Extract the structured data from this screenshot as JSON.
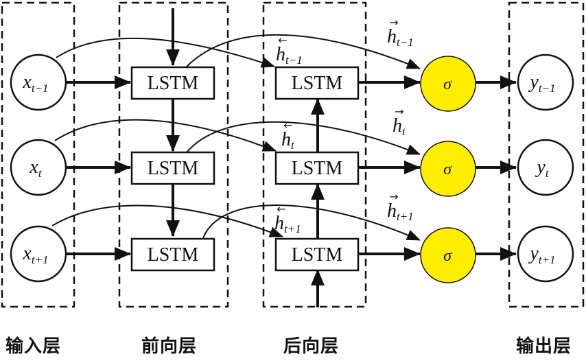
{
  "colors": {
    "stroke": "#111111",
    "sigma_fill": "#ffee00",
    "node_fill": "#ffffff"
  },
  "layers": [
    {
      "id": "input",
      "label": "输入层"
    },
    {
      "id": "forward",
      "label": "前向层"
    },
    {
      "id": "backward",
      "label": "后向层"
    },
    {
      "id": "output",
      "label": "输出层"
    }
  ],
  "inputs": [
    {
      "var": "x",
      "sub": "t−1"
    },
    {
      "var": "x",
      "sub": "t"
    },
    {
      "var": "x",
      "sub": "t+1"
    }
  ],
  "forward_cells": [
    {
      "label": "LSTM"
    },
    {
      "label": "LSTM"
    },
    {
      "label": "LSTM"
    }
  ],
  "backward_cells": [
    {
      "label": "LSTM"
    },
    {
      "label": "LSTM"
    },
    {
      "label": "LSTM"
    }
  ],
  "activations": [
    {
      "label": "σ"
    },
    {
      "label": "σ"
    },
    {
      "label": "σ"
    }
  ],
  "outputs": [
    {
      "var": "y",
      "sub": "t−1"
    },
    {
      "var": "y",
      "sub": "t"
    },
    {
      "var": "y",
      "sub": "t+1"
    }
  ],
  "backward_hidden_labels": [
    {
      "var": "h",
      "sub": "t−1",
      "arrow": "←"
    },
    {
      "var": "h",
      "sub": "t",
      "arrow": "←"
    },
    {
      "var": "h",
      "sub": "t+1",
      "arrow": "←"
    }
  ],
  "forward_hidden_labels": [
    {
      "var": "h",
      "sub": "t−1",
      "arrow": "→"
    },
    {
      "var": "h",
      "sub": "t",
      "arrow": "→"
    },
    {
      "var": "h",
      "sub": "t+1",
      "arrow": "→"
    }
  ]
}
